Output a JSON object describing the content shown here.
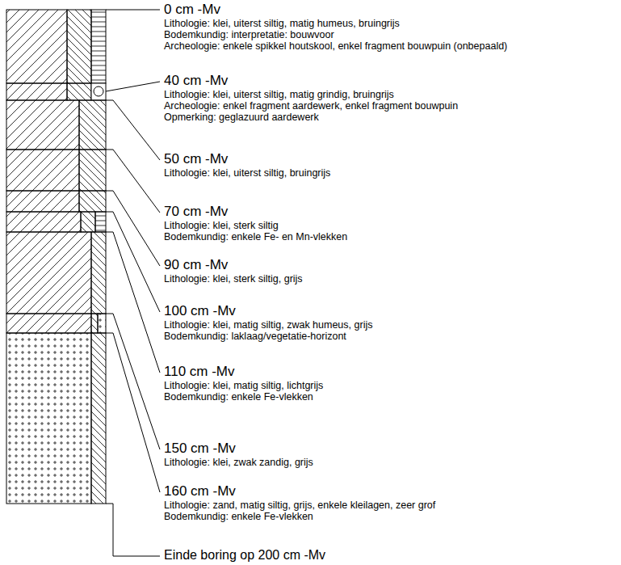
{
  "diagram": {
    "labels": [
      "0 cm -Mv",
      "Lithologie: klei, uiterst siltig, matig humeus, bruingrijs",
      "Bodemkundig: interpretatie: bouwvoor",
      "Archeologie: enkele spikkel houtskool, enkel fragment bouwpuin (onbepaald)",
      "40 cm -Mv",
      "Lithologie: klei, uiterst siltig, matig grindig, bruingrijs",
      "Archeologie: enkel fragment aardewerk, enkel fragment bouwpuin",
      "Opmerking: geglazuurd aardewerk",
      "50 cm -Mv",
      "Lithologie: klei, uiterst siltig, bruingrijs",
      "70 cm -Mv",
      "Lithologie: klei, sterk siltig",
      "Bodemkundig: enkele Fe- en Mn-vlekken",
      "90 cm -Mv",
      "Lithologie: klei, sterk siltig, grijs",
      "100 cm -Mv",
      "Lithologie: klei, matig siltig, zwak humeus, grijs",
      "Bodemkundig: laklaag/vegetatie-horizont",
      "110 cm -Mv",
      "Lithologie: klei, matig siltig, lichtgrijs",
      "Bodemkundig: enkele Fe-vlekken",
      "150 cm -Mv",
      "Lithologie: klei, zwak zandig, grijs",
      "160 cm -Mv",
      "Lithologie: zand, matig siltig, grijs, enkele kleilagen, zeer grof",
      "Bodemkundig: enkele Fe-vlekken",
      "Einde boring op 200 cm -Mv"
    ]
  }
}
